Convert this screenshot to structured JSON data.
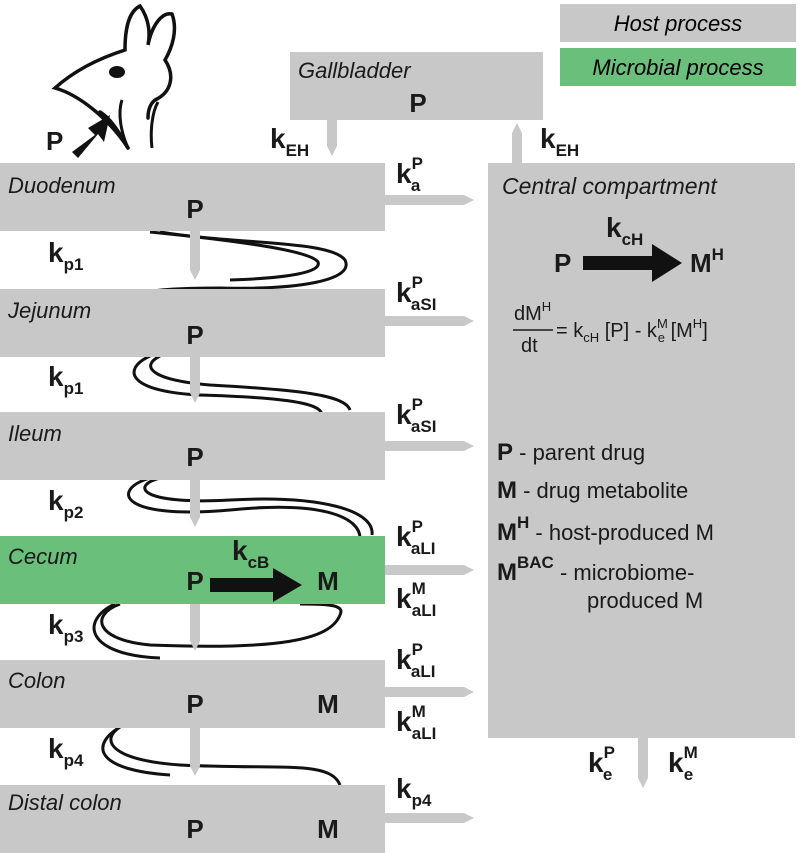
{
  "legend": {
    "host": "Host process",
    "microbial": "Microbial process"
  },
  "colors": {
    "host_box": "#c8c8c8",
    "microbial_box": "#6abf7a",
    "arrow_gray": "#c8c8c8",
    "arrow_black": "#111111"
  },
  "compartments": {
    "gallbladder": "Gallbladder",
    "duodenum": "Duodenum",
    "jejunum": "Jejunum",
    "ileum": "Ileum",
    "cecum": "Cecum",
    "colon": "Colon",
    "distal_colon": "Distal colon",
    "central": "Central compartment"
  },
  "species": {
    "parent": "P",
    "metabolite": "M",
    "host_metabolite": "M",
    "host_sup": "H"
  },
  "rates": {
    "kEH": {
      "main": "k",
      "sub": "EH"
    },
    "kaP": {
      "main": "k",
      "sup": "P",
      "sub": "a"
    },
    "kaSI_P": {
      "main": "k",
      "sup": "P",
      "sub": "aSI"
    },
    "kaLI_P": {
      "main": "k",
      "sup": "P",
      "sub": "aLI"
    },
    "kaLI_M": {
      "main": "k",
      "sup": "M",
      "sub": "aLI"
    },
    "kp1": {
      "main": "k",
      "sub": "p1"
    },
    "kp2": {
      "main": "k",
      "sub": "p2"
    },
    "kp3": {
      "main": "k",
      "sub": "p3"
    },
    "kp4": {
      "main": "k",
      "sub": "p4"
    },
    "kcB": {
      "main": "k",
      "sub": "cB"
    },
    "kcH": {
      "main": "k",
      "sub": "cH"
    },
    "keP": {
      "main": "k",
      "sup": "P",
      "sub": "e"
    },
    "keM": {
      "main": "k",
      "sup": "M",
      "sub": "e"
    }
  },
  "equation": {
    "numerator": "dM",
    "numerator_sup": "H",
    "denominator": "dt",
    "rhs_a": "= k",
    "rhs_a_sub": "cH",
    "rhs_b": " [P] - k",
    "rhs_b_sup": "M",
    "rhs_b_sub": "e",
    "rhs_c": " [M",
    "rhs_c_sup": "H",
    "rhs_d": "]"
  },
  "key": {
    "p_symbol": "P",
    "p_desc": " - parent drug",
    "m_symbol": "M",
    "m_desc": " - drug metabolite",
    "mh_symbol": "M",
    "mh_sup": "H",
    "mh_desc": " - host-produced M",
    "mbac_symbol": "M",
    "mbac_sup": "BAC",
    "mbac_desc": " - microbiome-",
    "mbac_desc2": "produced M"
  }
}
